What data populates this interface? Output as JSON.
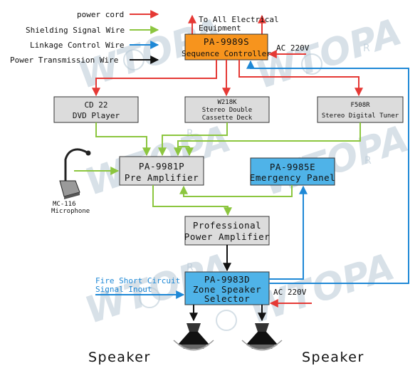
{
  "legend": {
    "power_cord": "power cord",
    "shielding": "Shielding Signal Wire",
    "linkage": "Linkage Control Wire",
    "transmission": "Power Transmission Wire"
  },
  "colors": {
    "power_cord": "#e53935",
    "shielding": "#8cc63f",
    "linkage": "#1e88d6",
    "transmission": "#111111",
    "controller_fill": "#f7941d",
    "emergency_fill": "#4fb3e8",
    "device_fill": "#dcdcdc"
  },
  "boxes": {
    "controller": {
      "line1": "PA-9989S",
      "line2": "Sequence Controller"
    },
    "dvd": {
      "line1": "CD 22",
      "line2": "DVD Player"
    },
    "cassette": {
      "line1": "W218K",
      "line2": "Stereo Double",
      "line3": "Cassette Deck"
    },
    "tuner": {
      "line1": "F508R",
      "line2": "Stereo Digital Tuner"
    },
    "preamp": {
      "line1": "PA-9981P",
      "line2": "Pre Amplifier"
    },
    "emergency": {
      "line1": "PA-9985E",
      "line2": "Emergency Panel"
    },
    "power_amp": {
      "line1": "Professional",
      "line2": "Power Amplifier"
    },
    "zone": {
      "line1": "PA-9983D",
      "line2": "Zone Speaker",
      "line3": "Selector"
    }
  },
  "labels": {
    "to_all_line1": "To All Electrical",
    "to_all_line2": "Equipment",
    "ac_top": "AC 220V",
    "ac_bottom": "AC 220V",
    "mic_line1": "MC-116",
    "mic_line2": "Microphone",
    "fire_line1": "Fire Short Circuit",
    "fire_line2": "Signal Inout",
    "speaker_left": "Speaker",
    "speaker_right": "Speaker"
  },
  "watermark": {
    "text": "WTOPA",
    "mark": "R"
  }
}
